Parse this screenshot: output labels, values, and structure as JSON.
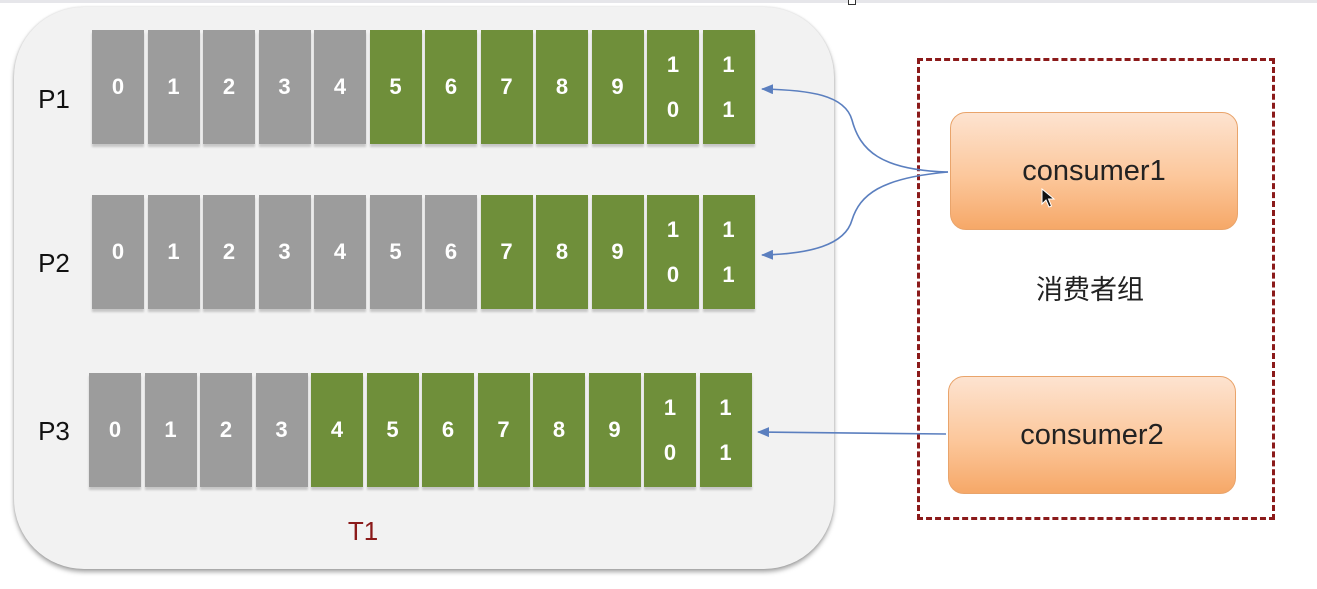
{
  "topic": {
    "name": "T1",
    "partitions": [
      {
        "label": "P1",
        "gray": [
          "0",
          "1",
          "2",
          "3",
          "4"
        ],
        "green": [
          "5",
          "6",
          "7",
          "8",
          "9"
        ],
        "split": [
          [
            "1",
            "0"
          ],
          [
            "1",
            "1"
          ]
        ]
      },
      {
        "label": "P2",
        "gray": [
          "0",
          "1",
          "2",
          "3",
          "4",
          "5",
          "6"
        ],
        "green": [
          "7",
          "8",
          "9"
        ],
        "split": [
          [
            "1",
            "0"
          ],
          [
            "1",
            "1"
          ]
        ]
      },
      {
        "label": "P3",
        "gray": [
          "0",
          "1",
          "2",
          "3"
        ],
        "green": [
          "4",
          "5",
          "6",
          "7",
          "8",
          "9"
        ],
        "split": [
          [
            "1",
            "0"
          ],
          [
            "1",
            "1"
          ]
        ]
      }
    ]
  },
  "consumer_group": {
    "label": "消费者组",
    "consumers": [
      "consumer1",
      "consumer2"
    ]
  },
  "colors": {
    "consumed": "#9c9c9c",
    "pending": "#6f8f3a",
    "arrow": "#5b7fbf",
    "group_border": "#8b1a1a",
    "topic_label": "#8b1a1a"
  },
  "icons": [
    "mouse-cursor-icon"
  ]
}
